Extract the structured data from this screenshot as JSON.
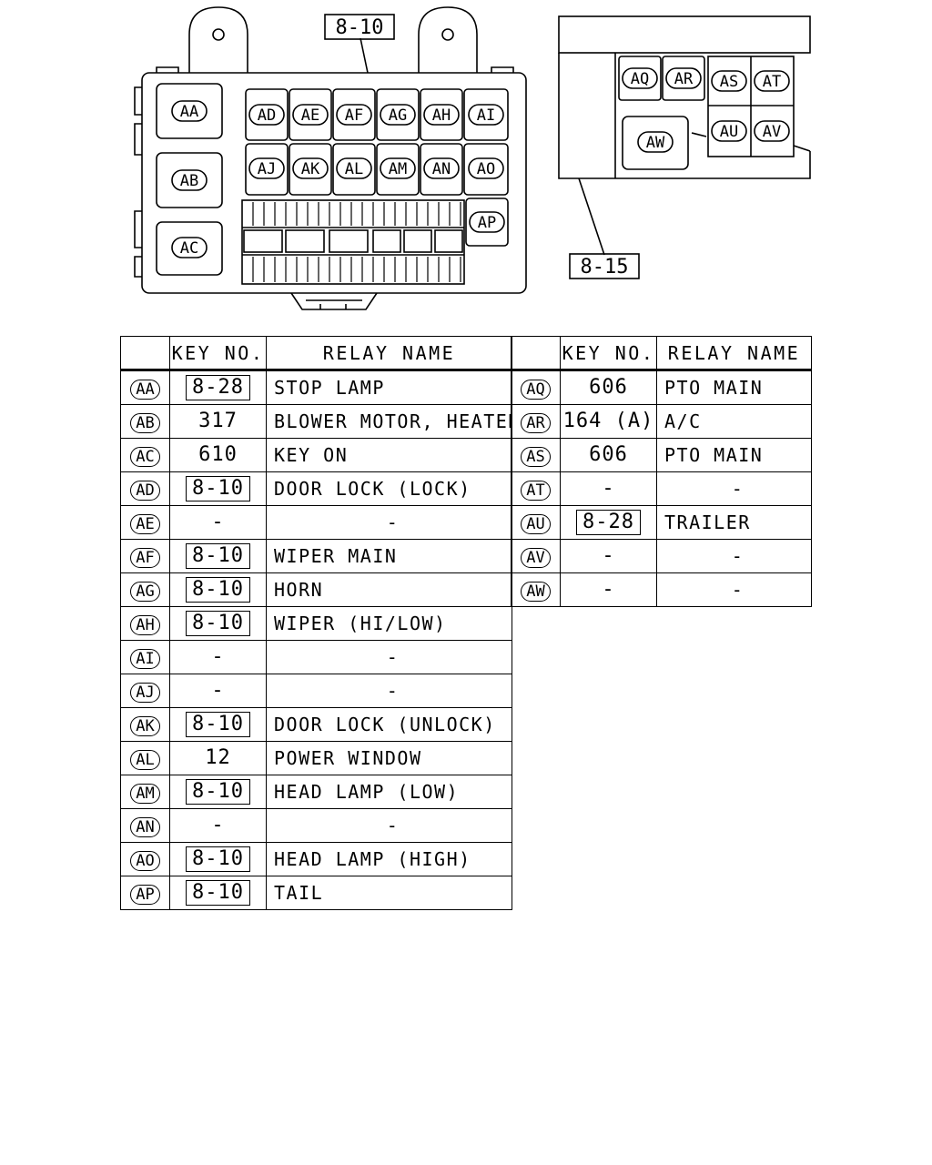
{
  "diagram": {
    "main_box": {
      "pointer_label": "8-10",
      "relays_left": [
        "AA",
        "AB",
        "AC"
      ],
      "relays_row1": [
        "AD",
        "AE",
        "AF",
        "AG",
        "AH",
        "AI"
      ],
      "relays_row2": [
        "AJ",
        "AK",
        "AL",
        "AM",
        "AN",
        "AO"
      ],
      "relays_side": [
        "AP"
      ]
    },
    "sub_box": {
      "pointer_label": "8-15",
      "relays_top": [
        "AQ",
        "AR"
      ],
      "relays_right_top": [
        "AS",
        "AT"
      ],
      "relays_right_bottom": [
        "AU",
        "AV"
      ],
      "relays_large": [
        "AW"
      ]
    }
  },
  "table_left": {
    "headers": {
      "key": "KEY NO.",
      "name": "RELAY NAME"
    },
    "rows": [
      {
        "id": "AA",
        "key": "8-28",
        "boxed": true,
        "name": "STOP LAMP"
      },
      {
        "id": "AB",
        "key": "317",
        "boxed": false,
        "name": "BLOWER MOTOR, HEATER"
      },
      {
        "id": "AC",
        "key": "610",
        "boxed": false,
        "name": "KEY ON"
      },
      {
        "id": "AD",
        "key": "8-10",
        "boxed": true,
        "name": "DOOR LOCK (LOCK)"
      },
      {
        "id": "AE",
        "key": "-",
        "boxed": false,
        "name": "-"
      },
      {
        "id": "AF",
        "key": "8-10",
        "boxed": true,
        "name": "WIPER MAIN"
      },
      {
        "id": "AG",
        "key": "8-10",
        "boxed": true,
        "name": "HORN"
      },
      {
        "id": "AH",
        "key": "8-10",
        "boxed": true,
        "name": "WIPER (HI/LOW)"
      },
      {
        "id": "AI",
        "key": "-",
        "boxed": false,
        "name": "-"
      },
      {
        "id": "AJ",
        "key": "-",
        "boxed": false,
        "name": "-"
      },
      {
        "id": "AK",
        "key": "8-10",
        "boxed": true,
        "name": "DOOR LOCK (UNLOCK)"
      },
      {
        "id": "AL",
        "key": "12",
        "boxed": false,
        "name": "POWER WINDOW"
      },
      {
        "id": "AM",
        "key": "8-10",
        "boxed": true,
        "name": "HEAD LAMP (LOW)"
      },
      {
        "id": "AN",
        "key": "-",
        "boxed": false,
        "name": "-"
      },
      {
        "id": "AO",
        "key": "8-10",
        "boxed": true,
        "name": "HEAD LAMP (HIGH)"
      },
      {
        "id": "AP",
        "key": "8-10",
        "boxed": true,
        "name": "TAIL"
      }
    ]
  },
  "table_right": {
    "headers": {
      "key": "KEY NO.",
      "name": "RELAY NAME"
    },
    "rows": [
      {
        "id": "AQ",
        "key": "606",
        "boxed": false,
        "name": "PTO MAIN"
      },
      {
        "id": "AR",
        "key": "164 (A)",
        "boxed": false,
        "name": "A/C"
      },
      {
        "id": "AS",
        "key": "606",
        "boxed": false,
        "name": "PTO MAIN"
      },
      {
        "id": "AT",
        "key": "-",
        "boxed": false,
        "name": "-"
      },
      {
        "id": "AU",
        "key": "8-28",
        "boxed": true,
        "name": "TRAILER"
      },
      {
        "id": "AV",
        "key": "-",
        "boxed": false,
        "name": "-"
      },
      {
        "id": "AW",
        "key": "-",
        "boxed": false,
        "name": "-"
      }
    ]
  }
}
